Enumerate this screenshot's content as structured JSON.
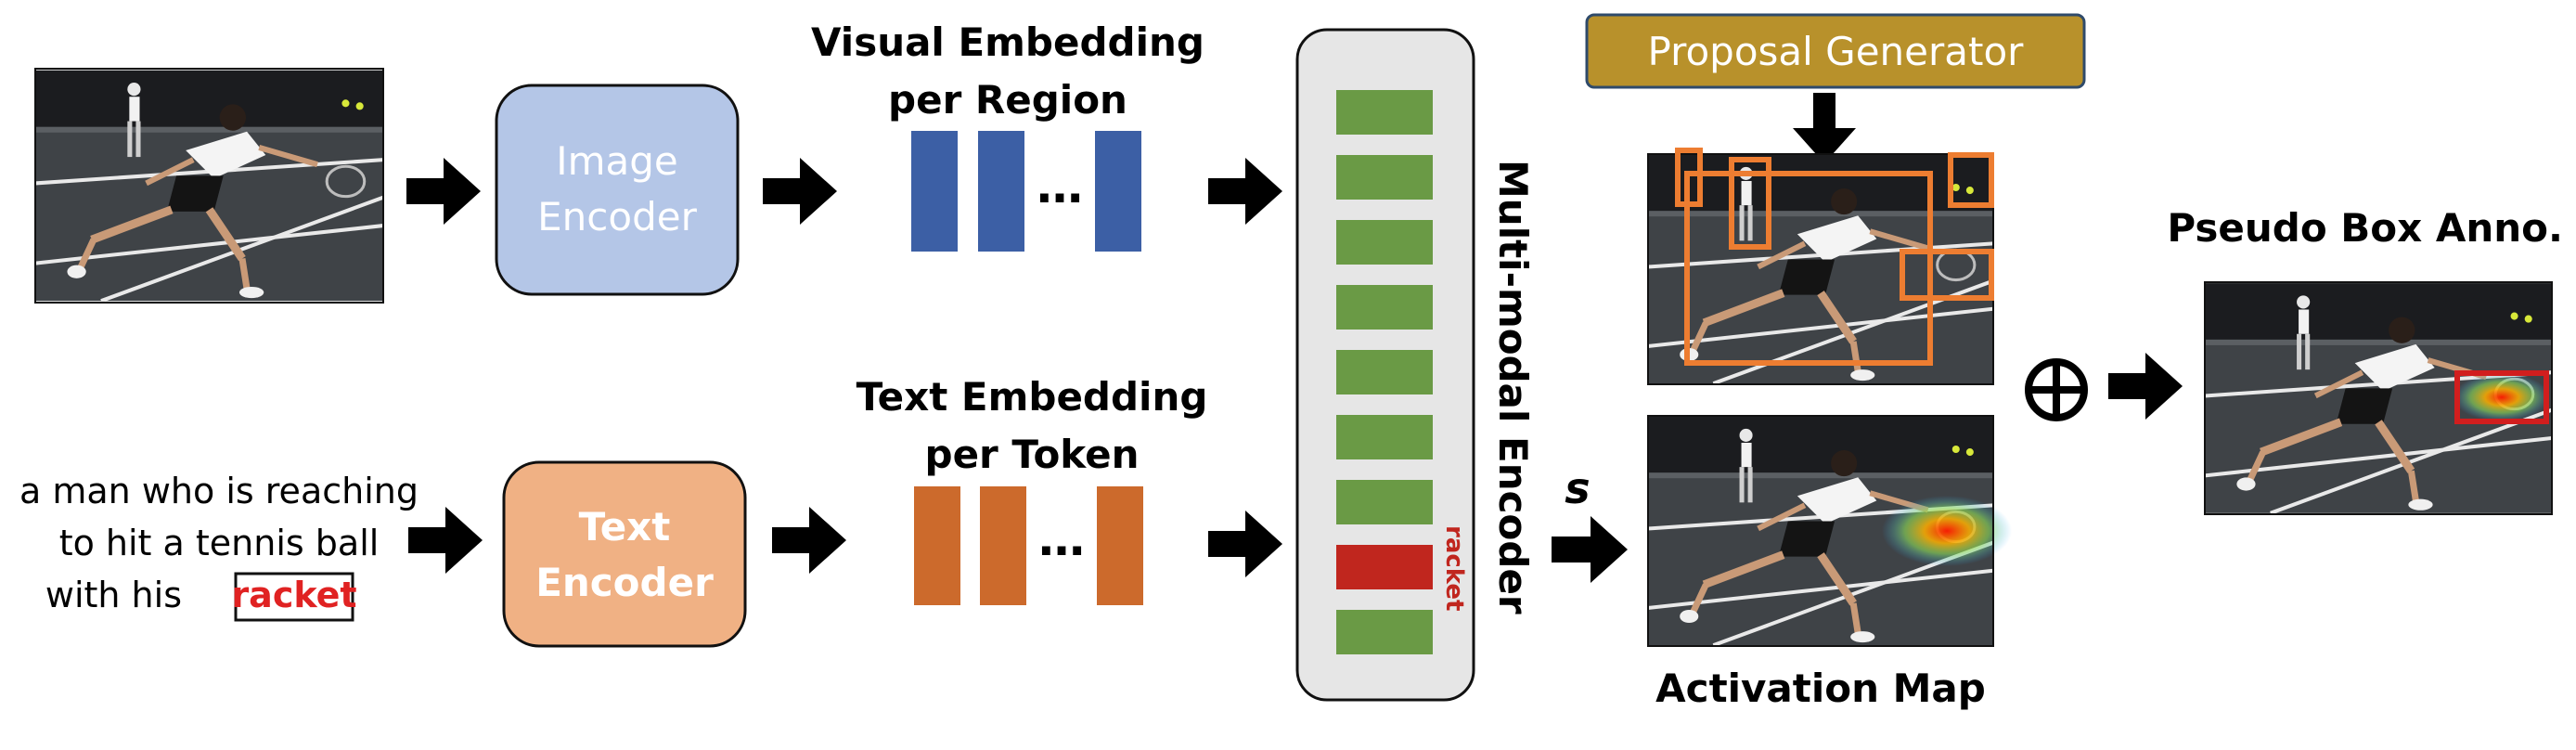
{
  "colors": {
    "image_encoder_fill": "#b4c6e7",
    "text_encoder_fill": "#f0b184",
    "visual_embedding": "#3c5fa5",
    "text_embedding": "#cc6a2c",
    "token_green": "#6a9a45",
    "token_red": "#c0261e",
    "mm_encoder_fill": "#e6e6e6",
    "proposal_fill": "#b8912b",
    "proposal_box": "#ed7d31",
    "pseudo_box": "#d11e1e",
    "court": "#3f4347"
  },
  "image_encoder": {
    "line1": "Image",
    "line2": "Encoder"
  },
  "text_encoder": {
    "line1": "Text",
    "line2": "Encoder"
  },
  "visual_embedding": {
    "title_line1": "Visual Embedding",
    "title_line2": "per Region",
    "ellipsis": "…"
  },
  "text_embedding": {
    "title_line1": "Text Embedding",
    "title_line2": "per Token",
    "ellipsis": "…"
  },
  "caption": {
    "line1": "a man who is reaching",
    "line2": "to hit a tennis ball",
    "line3_prefix": "with his",
    "highlight_word": "racket"
  },
  "mm_encoder": {
    "label": "Multi-modal Encoder",
    "highlight_token": "racket"
  },
  "proposal_generator": {
    "label": "Proposal Generator"
  },
  "score_label": "s",
  "activation_map": {
    "label": "Activation Map"
  },
  "pseudo_box": {
    "label": "Pseudo Box Anno.",
    "combine_symbol": "⊕"
  }
}
